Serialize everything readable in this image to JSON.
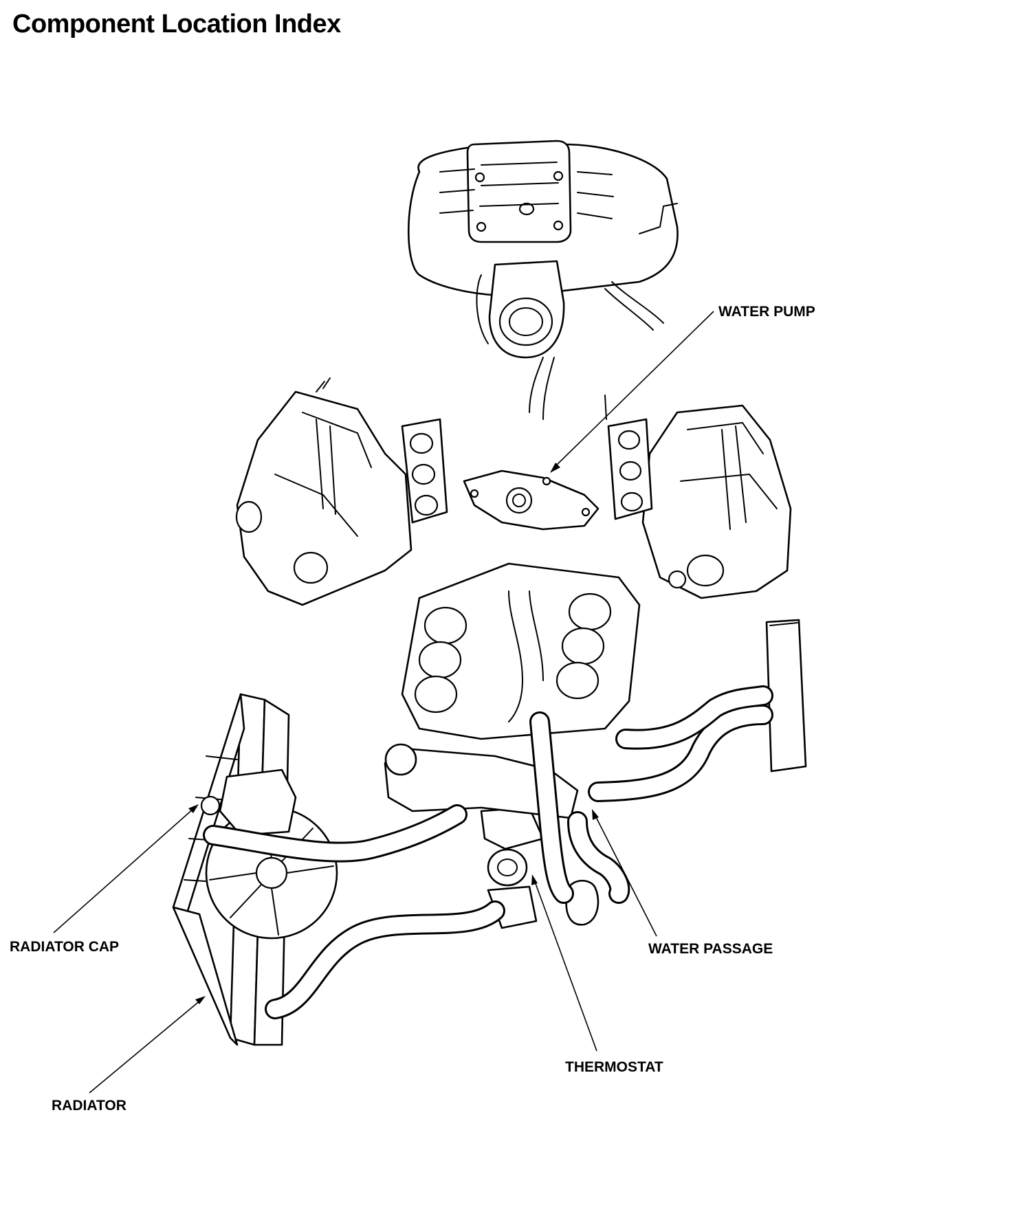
{
  "page": {
    "title": "Component Location Index"
  },
  "callouts": {
    "water_pump": "WATER PUMP",
    "radiator_cap": "RADIATOR CAP",
    "water_passage": "WATER PASSAGE",
    "thermostat": "THERMOSTAT",
    "radiator": "RADIATOR"
  }
}
